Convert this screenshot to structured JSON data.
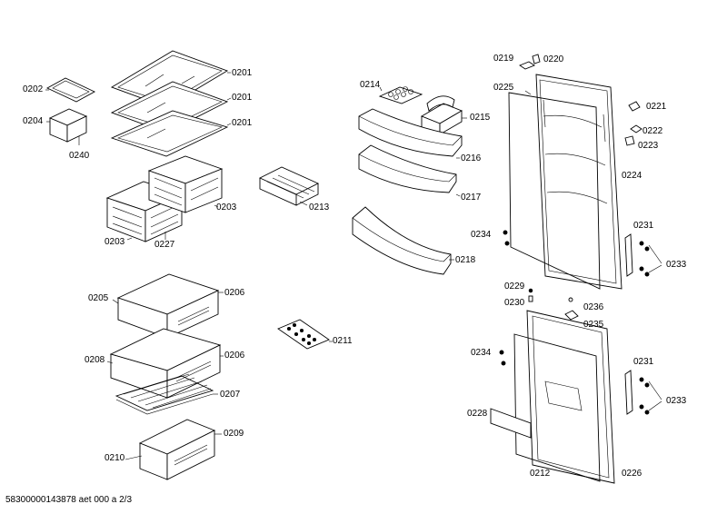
{
  "labels": {
    "p0201a": "0201",
    "p0201b": "0201",
    "p0201c": "0201",
    "p0202": "0202",
    "p0204": "0204",
    "p0240": "0240",
    "p0203a": "0203",
    "p0203b": "0203",
    "p0227": "0227",
    "p0213": "0213",
    "p0214": "0214",
    "p0215": "0215",
    "p0216": "0216",
    "p0217": "0217",
    "p0218": "0218",
    "p0219": "0219",
    "p0220": "0220",
    "p0225": "0225",
    "p0221": "0221",
    "p0222": "0222",
    "p0223": "0223",
    "p0224": "0224",
    "p0231a": "0231",
    "p0234a": "0234",
    "p0233a": "0233",
    "p0229": "0229",
    "p0230": "0230",
    "p0236": "0236",
    "p0235": "0235",
    "p0205": "0205",
    "p0206a": "0206",
    "p0208": "0208",
    "p0206b": "0206",
    "p0207": "0207",
    "p0209": "0209",
    "p0210": "0210",
    "p0211": "0211",
    "p0234b": "0234",
    "p0231b": "0231",
    "p0233b": "0233",
    "p0228": "0228",
    "p0212": "0212",
    "p0226": "0226"
  },
  "footer": "58300000143878 aet 000 a 2/3"
}
